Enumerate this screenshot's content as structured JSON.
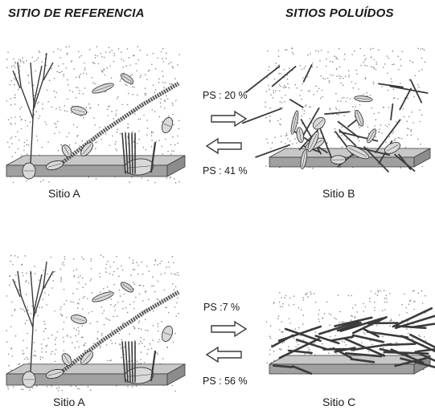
{
  "headers": {
    "reference": "SITIO DE REFERENCIA",
    "polluted": "SITIOS POLUÍDOS"
  },
  "rows": [
    {
      "left_site": "Sitio A",
      "right_site": "Sitio B",
      "ps_forward": "PS : 20 %",
      "ps_back": "PS : 41 %"
    },
    {
      "left_site": "Sitio A",
      "right_site": "Sitio C",
      "ps_forward": "PS :7 %",
      "ps_back": "PS : 56 %"
    }
  ],
  "colors": {
    "substrate_top": "#c8c8c8",
    "substrate_side": "#a0a0a0",
    "sediment_dots": "#8a8a8a",
    "diatom_fill": "#d9d9d9",
    "stroke": "#3a3a3a"
  }
}
